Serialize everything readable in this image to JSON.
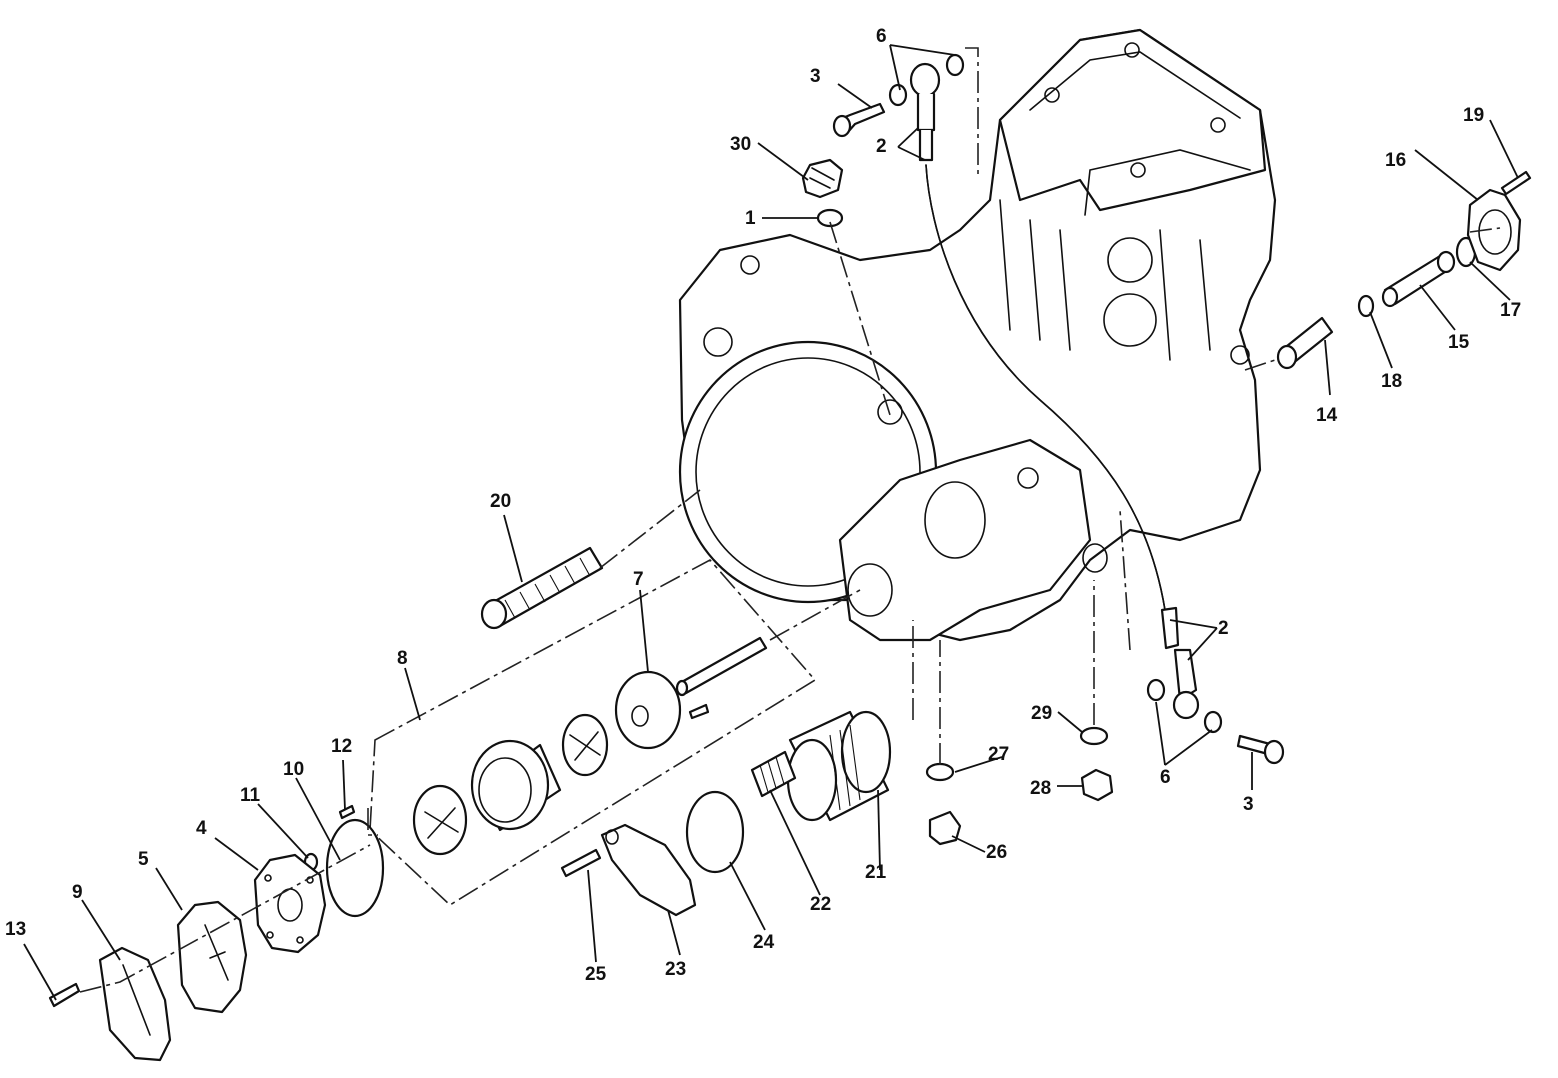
{
  "diagram": {
    "callouts": {
      "c1": "1",
      "c2a": "2",
      "c2b": "2",
      "c3a": "3",
      "c3b": "3",
      "c4": "4",
      "c5": "5",
      "c6a": "6",
      "c6b": "6",
      "c7": "7",
      "c8": "8",
      "c9": "9",
      "c10": "10",
      "c11": "11",
      "c12": "12",
      "c13": "13",
      "c14": "14",
      "c15": "15",
      "c16": "16",
      "c17": "17",
      "c18": "18",
      "c19": "19",
      "c20": "20",
      "c21": "21",
      "c22": "22",
      "c23": "23",
      "c24": "24",
      "c25": "25",
      "c26": "26",
      "c27": "27",
      "c28": "28",
      "c29": "29",
      "c30": "30"
    },
    "line_color": "#111111",
    "background": "#ffffff"
  }
}
